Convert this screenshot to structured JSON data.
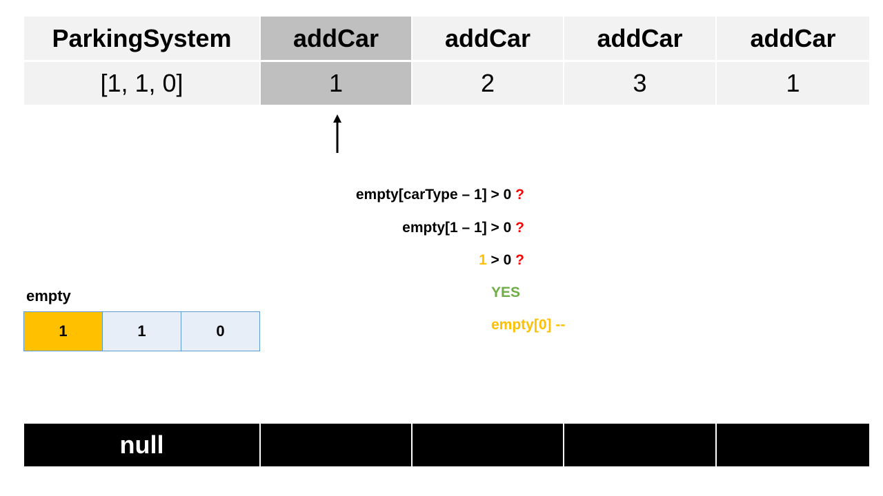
{
  "operations": [
    {
      "op": "ParkingSystem",
      "arg": "[1, 1, 0]",
      "output": "null"
    },
    {
      "op": "addCar",
      "arg": "1",
      "output": ""
    },
    {
      "op": "addCar",
      "arg": "2",
      "output": ""
    },
    {
      "op": "addCar",
      "arg": "3",
      "output": ""
    },
    {
      "op": "addCar",
      "arg": "1",
      "output": ""
    }
  ],
  "active_column": 1,
  "evaluation": {
    "line1": {
      "expr": "empty[carType – 1] > 0 ",
      "mark": "?"
    },
    "line2": {
      "expr": "empty[1 – 1] > 0 ",
      "mark": "?"
    },
    "line3": {
      "value": "1",
      "rest": " > 0 ",
      "mark": "?"
    },
    "result": "YES",
    "action": "empty[0] --"
  },
  "empty": {
    "label": "empty",
    "values": [
      "1",
      "1",
      "0"
    ],
    "active_index": 0
  },
  "colors": {
    "header_bg": "#f2f2f2",
    "active_bg": "#bfbfbf",
    "question_mark": "#ff0000",
    "highlight": "#ffc000",
    "yes": "#70ad47",
    "array_cell": "#e8eef8",
    "array_border": "#5b9bd5",
    "output_bg": "#000000"
  }
}
